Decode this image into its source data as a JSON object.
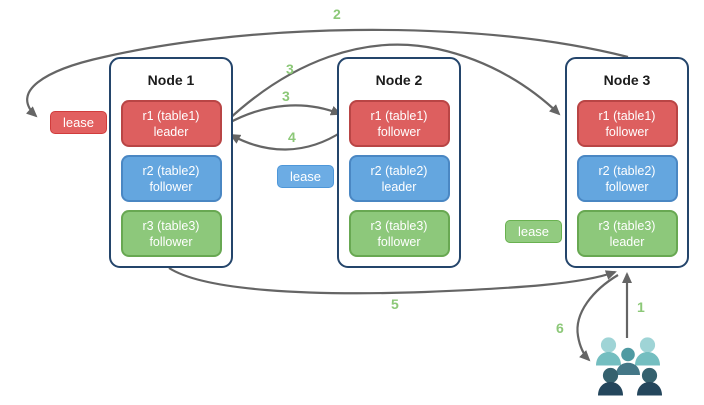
{
  "nodes": [
    {
      "title": "Node 1",
      "replicas": [
        {
          "name": "r1 (table1)",
          "role": "leader",
          "color": "#dd5f5f"
        },
        {
          "name": "r2 (table2)",
          "role": "follower",
          "color": "#64a6df"
        },
        {
          "name": "r3 (table3)",
          "role": "follower",
          "color": "#8dc87b"
        }
      ]
    },
    {
      "title": "Node 2",
      "replicas": [
        {
          "name": "r1 (table1)",
          "role": "follower",
          "color": "#dd5f5f"
        },
        {
          "name": "r2 (table2)",
          "role": "leader",
          "color": "#64a6df"
        },
        {
          "name": "r3 (table3)",
          "role": "follower",
          "color": "#8dc87b"
        }
      ]
    },
    {
      "title": "Node 3",
      "replicas": [
        {
          "name": "r1 (table1)",
          "role": "follower",
          "color": "#dd5f5f"
        },
        {
          "name": "r2 (table2)",
          "role": "follower",
          "color": "#64a6df"
        },
        {
          "name": "r3 (table3)",
          "role": "leader",
          "color": "#8dc87b"
        }
      ]
    }
  ],
  "leases": {
    "red": {
      "label": "lease",
      "color": "#e26060"
    },
    "blue": {
      "label": "lease",
      "color": "#6cace4"
    },
    "green": {
      "label": "lease",
      "color": "#92cb80"
    }
  },
  "steps": {
    "s1": "1",
    "s2": "2",
    "s3a": "3",
    "s3b": "3",
    "s4": "4",
    "s5": "5",
    "s6": "6"
  },
  "icons": {
    "users_group": "users-icon"
  },
  "colors": {
    "node_border": "#24456b",
    "arrow": "#656565",
    "step_number": "#8cc878",
    "users_back_head": "#9fd4d6",
    "users_back_body": "#74bec0",
    "users_mid_head": "#4f9aa2",
    "users_mid_body": "#447787",
    "users_front_head": "#35616e",
    "users_front_body": "#24465c"
  }
}
